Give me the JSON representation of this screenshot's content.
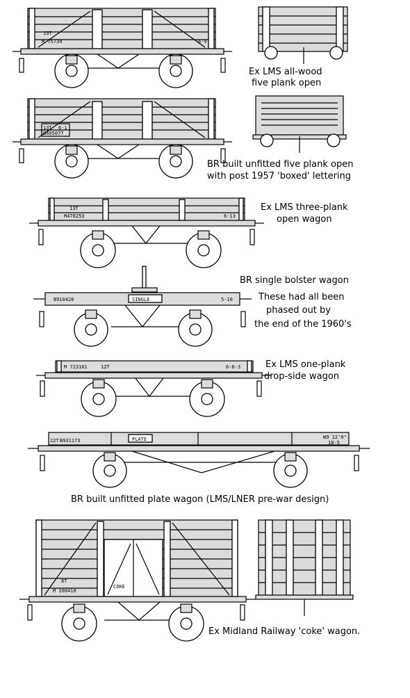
{
  "wagons": [
    {
      "id": "w1",
      "caption": [
        "Ex LMS all-wood",
        "five plank open"
      ],
      "markings": [
        "13T",
        "M 75739",
        "6-9"
      ]
    },
    {
      "id": "w2",
      "caption": [
        "BR built unfitted five plank open",
        "with post 1957 'boxed' lettering"
      ],
      "markings": [
        "13T",
        "B495077",
        "6-1"
      ]
    },
    {
      "id": "w3",
      "caption": [
        "Ex LMS three-plank",
        "open wagon"
      ],
      "markings": [
        "13T",
        "M478253",
        "6-13"
      ]
    },
    {
      "id": "w4",
      "caption": [
        "BR single bolster wagon",
        "These had all been",
        "phased out by",
        "the end of the 1960's"
      ],
      "markings": [
        "B910420",
        "SINGLE",
        "5-10"
      ]
    },
    {
      "id": "w5",
      "caption": [
        "Ex LMS  one-plank",
        "drop-side wagon"
      ],
      "markings": [
        "M 723101",
        "12T",
        "6-6-3"
      ]
    },
    {
      "id": "w6",
      "caption": [
        "BR built unfitted plate wagon (LMS/LNER pre-war design)"
      ],
      "markings": [
        "22T",
        "B931173",
        "PLATE",
        "W9 12'0\"",
        "18-5"
      ]
    },
    {
      "id": "w7",
      "caption": [
        "Ex Midland Railway 'coke' wagon."
      ],
      "markings": [
        "8T",
        "M 100410",
        "COKE"
      ]
    }
  ],
  "colors": {
    "ink": "#000000",
    "body_fill": "#dcdcdc",
    "paper": "#ffffff"
  }
}
